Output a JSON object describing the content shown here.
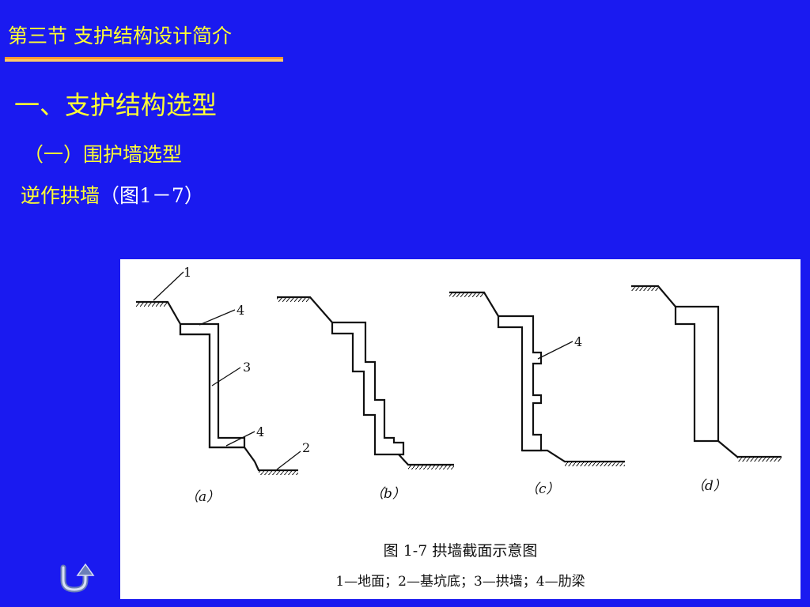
{
  "header": {
    "section_title": "第三节  支护结构设计简介"
  },
  "content": {
    "heading_1": "一、支护结构选型",
    "heading_2": "（一）围护墙选型",
    "topic_main": "逆作拱墙",
    "topic_ref": "（图1－7）"
  },
  "figure": {
    "caption": "图 1-7    拱墙截面示意图",
    "legend": "1—地面；2—基坑底；3—拱墙；4—肋梁",
    "callouts": [
      "1",
      "4",
      "3",
      "4",
      "2",
      "4"
    ],
    "panel_labels": [
      "（a）",
      "（b）",
      "（c）",
      "（d）"
    ]
  },
  "nav": {
    "back_icon": "return-arrow-icon"
  },
  "colors": {
    "background": "#1a1af0",
    "heading": "#ffff33",
    "rule": "#ff9933"
  }
}
